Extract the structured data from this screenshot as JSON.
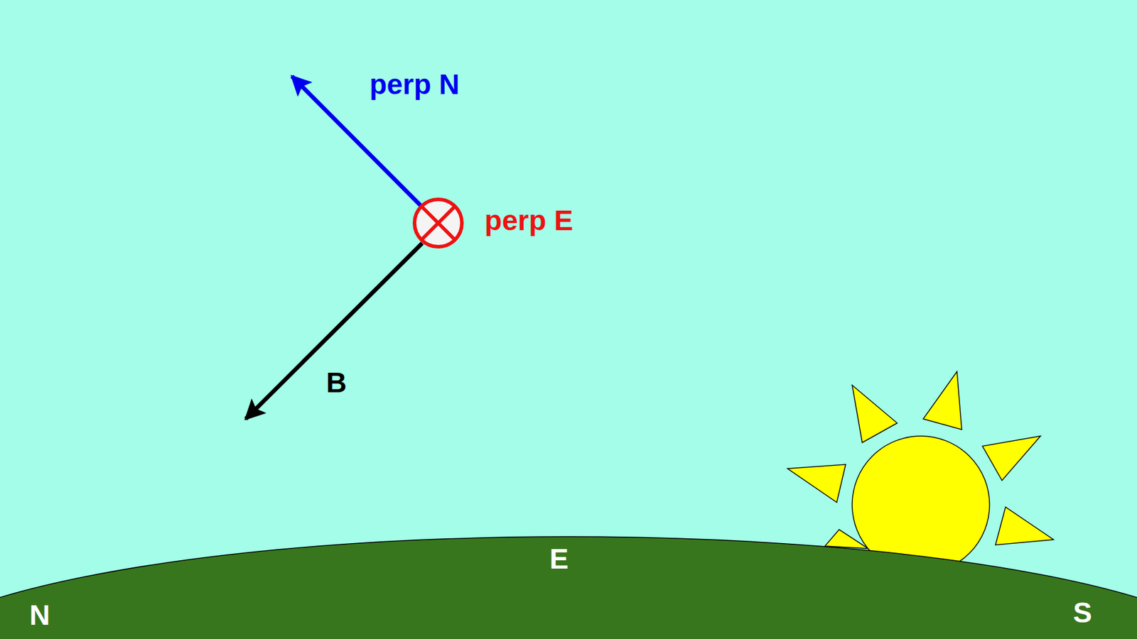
{
  "diagram": {
    "labels": [
      "perp N",
      "perp E",
      "B",
      "E",
      "N",
      "S"
    ]
  }
}
